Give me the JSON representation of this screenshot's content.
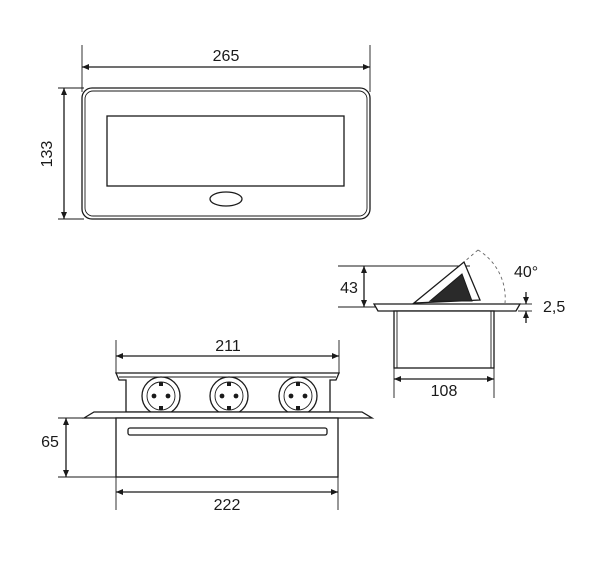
{
  "dimensions": {
    "top_width": "265",
    "top_height": "133",
    "front_top_width": "211",
    "front_height": "65",
    "front_bottom_width": "222",
    "side_height": "43",
    "side_angle": "40°",
    "side_flange": "2,5",
    "side_width": "108"
  },
  "colors": {
    "line": "#1a1a1a",
    "background": "#ffffff"
  },
  "icons": {
    "socket": "schuko-socket-icon"
  }
}
